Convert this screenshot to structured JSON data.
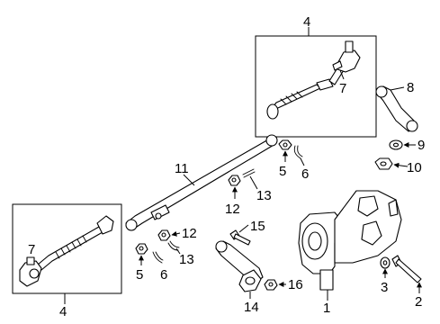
{
  "labels": {
    "l1": "1",
    "l2": "2",
    "l3": "3",
    "l4_top": "4",
    "l4_bottom": "4",
    "l5_mid": "5",
    "l5_low": "5",
    "l6_mid": "6",
    "l6_low": "6",
    "l7_top": "7",
    "l7_left": "7",
    "l8": "8",
    "l9": "9",
    "l10": "10",
    "l11": "11",
    "l12_mid": "12",
    "l12_low": "12",
    "l13_mid": "13",
    "l13_low": "13",
    "l14": "14",
    "l15": "15",
    "l16": "16"
  }
}
